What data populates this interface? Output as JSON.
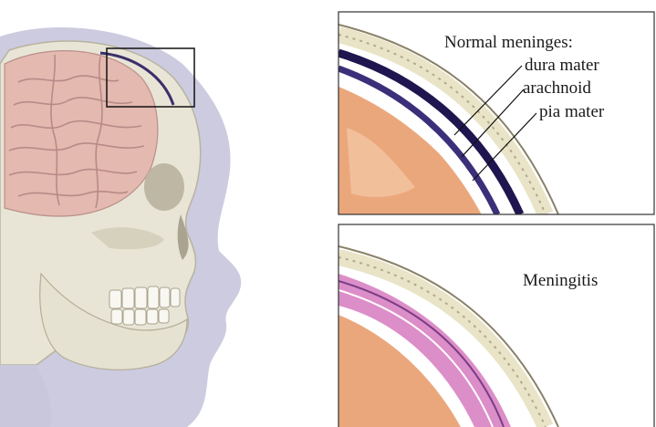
{
  "normal_panel": {
    "title": "Normal meninges:",
    "layers": [
      "dura mater",
      "arachnoid",
      "pia mater"
    ]
  },
  "meningitis_panel": {
    "title": "Meningitis"
  },
  "colors": {
    "skull_bone": "#e9e6d8",
    "skin_shadow": "#c8c6dc",
    "brain": "#e2b7ad",
    "dura_dark": "#23194f",
    "inflamed_meninges": "#d98bc2",
    "brain_surface": "#e9a477"
  }
}
